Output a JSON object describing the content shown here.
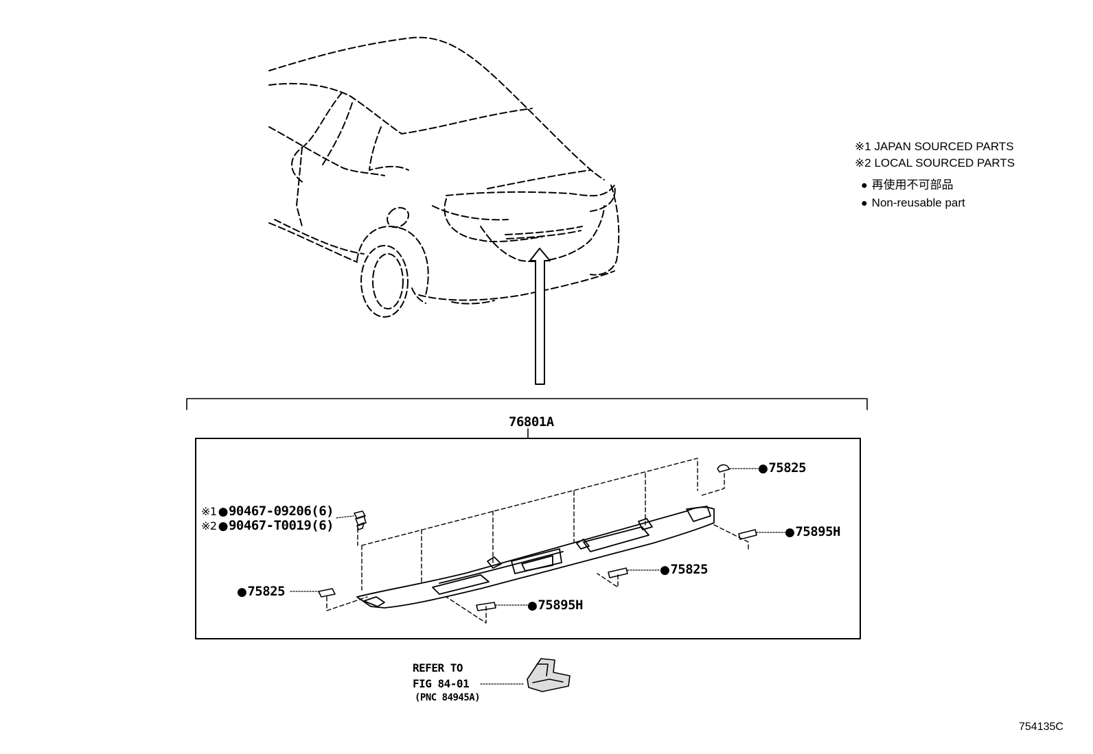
{
  "legend": {
    "note1": {
      "mark": "※1",
      "text": "JAPAN SOURCED PARTS"
    },
    "note2": {
      "mark": "※2",
      "text": "LOCAL SOURCED PARTS"
    },
    "nonreuse_jp": {
      "mark": "●",
      "text": "再使用不可部品"
    },
    "nonreuse_en": {
      "mark": "●",
      "text": "Non-reusable part"
    }
  },
  "assembly_label": "76801A",
  "parts": {
    "clip_japan": {
      "note": "※1",
      "mark": "●",
      "number": "90467-09206(6)"
    },
    "clip_local": {
      "note": "※2",
      "mark": "●",
      "number": "90467-T0019(6)"
    },
    "seal_top_right": {
      "mark": "●",
      "number": "75825"
    },
    "seal_right": {
      "mark": "●",
      "number": "75895H"
    },
    "seal_center": {
      "mark": "●",
      "number": "75825"
    },
    "seal_left": {
      "mark": "●",
      "number": "75825"
    },
    "seal_bottom": {
      "mark": "●",
      "number": "75895H"
    }
  },
  "reference": {
    "line1": "REFER TO",
    "line2": "FIG 84-01",
    "line3": "(PNC 84945A)"
  },
  "figure_code": "754135C"
}
